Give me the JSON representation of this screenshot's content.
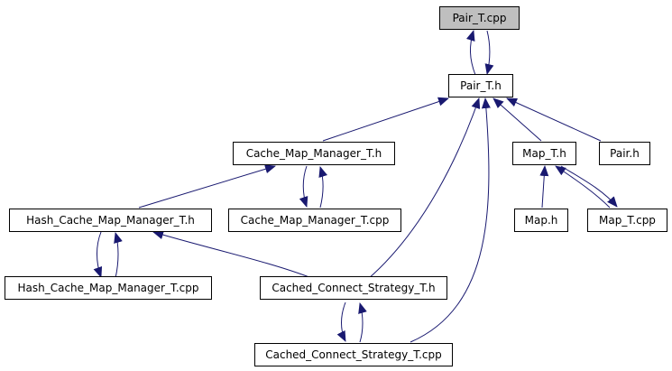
{
  "colors": {
    "edge": "#191970",
    "node_border": "#000000",
    "node_fill": "#ffffff",
    "root_fill": "#bfbfbf"
  },
  "nodes": {
    "pair_t_cpp": "Pair_T.cpp",
    "pair_t_h": "Pair_T.h",
    "cache_map_manager_t_h": "Cache_Map_Manager_T.h",
    "map_t_h": "Map_T.h",
    "pair_h": "Pair.h",
    "hash_cache_map_manager_t_h": "Hash_Cache_Map_Manager_T.h",
    "cache_map_manager_t_cpp": "Cache_Map_Manager_T.cpp",
    "map_h": "Map.h",
    "map_t_cpp": "Map_T.cpp",
    "hash_cache_map_manager_t_cpp": "Hash_Cache_Map_Manager_T.cpp",
    "cached_connect_strategy_t_h": "Cached_Connect_Strategy_T.h",
    "cached_connect_strategy_t_cpp": "Cached_Connect_Strategy_T.cpp"
  }
}
